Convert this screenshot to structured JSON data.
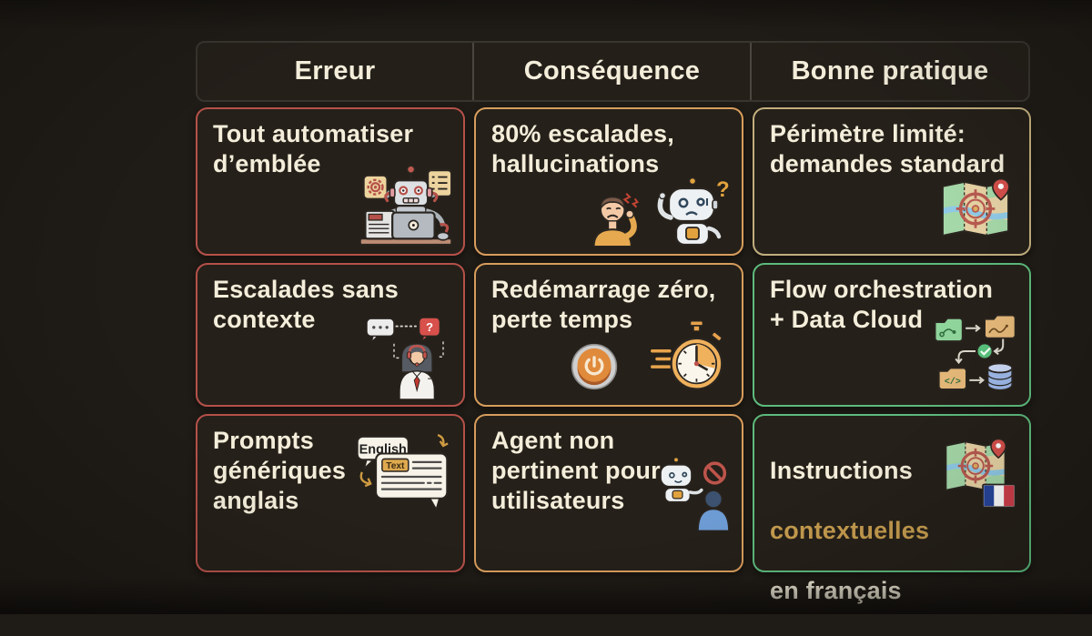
{
  "header": {
    "columns": [
      "Erreur",
      "Conséquence",
      "Bonne pratique"
    ]
  },
  "cards": [
    {
      "column": "Erreur",
      "row": 1,
      "text": "Tout automatiser\nd’emblée",
      "border_color": "#b5514a",
      "icons": [
        "robot-automation-icon"
      ]
    },
    {
      "column": "Conséquence",
      "row": 1,
      "text": "80% escalades,\nhallucinations",
      "border_color": "#d79d5c",
      "icons": [
        "frustrated-person-icon",
        "confused-robot-icon"
      ]
    },
    {
      "column": "Bonne pratique",
      "row": 1,
      "text": "Périmètre limité:\ndemandes standard",
      "border_color": "#c2ae7e",
      "icons": [
        "map-target-icon"
      ]
    },
    {
      "column": "Erreur",
      "row": 2,
      "text": "Escalades sans\ncontexte",
      "border_color": "#b5514a",
      "icons": [
        "support-agent-icon"
      ]
    },
    {
      "column": "Conséquence",
      "row": 2,
      "text": "Redémarrage zéro,\nperte temps",
      "border_color": "#d79d5c",
      "icons": [
        "power-button-icon",
        "stopwatch-icon"
      ]
    },
    {
      "column": "Bonne pratique",
      "row": 2,
      "text": "Flow orchestration\n+ Data Cloud",
      "border_color": "#5dba7d",
      "icons": [
        "flow-orchestration-icon"
      ]
    },
    {
      "column": "Erreur",
      "row": 3,
      "text": "Prompts\ngénériques\nanglais",
      "border_color": "#b5514a",
      "icons": [
        "language-bubbles-icon"
      ]
    },
    {
      "column": "Conséquence",
      "row": 3,
      "text": "Agent non\npertinent pour\nutilisateurs",
      "border_color": "#d79d5c",
      "icons": [
        "robot-blocked-user-icon"
      ]
    },
    {
      "column": "Bonne pratique",
      "row": 3,
      "text_line1": "Instructions",
      "highlight": "contextuelles",
      "text_line3": "en français",
      "highlight_color": "#c79d4f",
      "border_color": "#5dba7d",
      "icons": [
        "map-target-icon",
        "french-flag-icon"
      ]
    }
  ],
  "icon_text": {
    "english": "English",
    "text": "Text",
    "question": "?",
    "code": "</>"
  },
  "colors": {
    "background": "#1f1b16",
    "card_background": "#252019",
    "text": "#f3edda",
    "error_border": "#b5514a",
    "consequence_border": "#d79d5c",
    "practice_tan_border": "#c2ae7e",
    "practice_green_border": "#5dba7d",
    "highlight_gold": "#c79d4f"
  }
}
